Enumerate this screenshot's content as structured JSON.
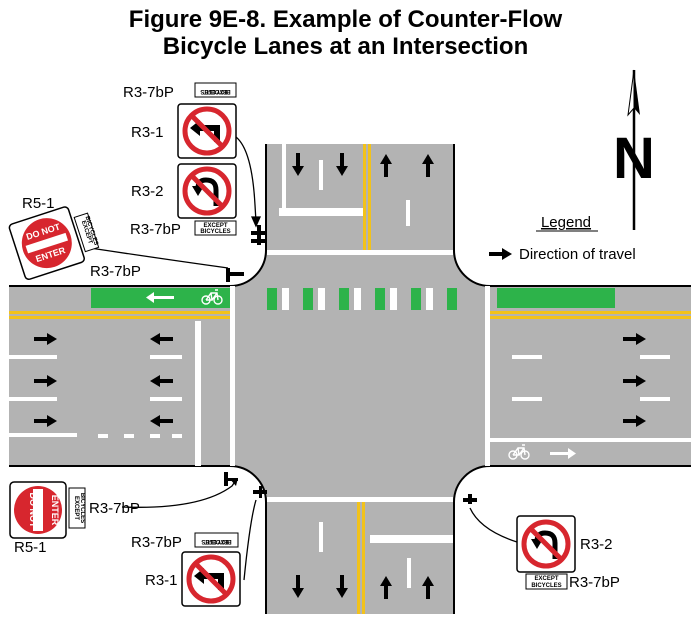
{
  "title": {
    "line1": "Figure 9E-8.  Example of Counter-Flow",
    "line2": "Bicycle Lanes at an Intersection"
  },
  "north_label": "N",
  "legend": {
    "heading": "Legend",
    "item": "Direction of travel"
  },
  "sign_codes": {
    "r3_7bp": "R3-7bP",
    "r3_1": "R3-1",
    "r3_2": "R3-2",
    "r5_1": "R5-1"
  },
  "plaque": {
    "line1": "EXCEPT",
    "line2": "BICYCLES"
  },
  "do_not_enter": {
    "line1": "DO NOT",
    "line2": "ENTER"
  },
  "colors": {
    "road": "#b3b3b3",
    "bike_lane": "#2db34a",
    "yellow_line": "#f2c21b",
    "sign_red": "#d7262e"
  }
}
